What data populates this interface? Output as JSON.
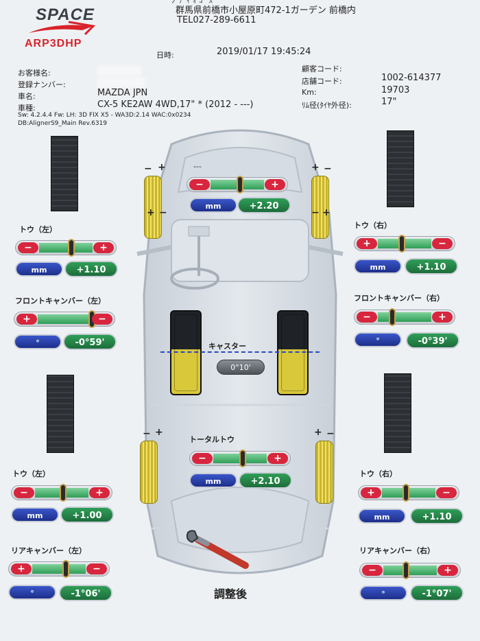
{
  "header": {
    "logo_main": "SPACE",
    "logo_sub": "ARP3DHP",
    "top_partial": "ｼﾞﾃﾞｨ ｵ ｺﾞ ｽ",
    "address": "群馬県前橋市小屋原町472-1ガーデン 前橋内",
    "tel": "TEL027-289-6611"
  },
  "info": {
    "datetime_label": "日時:",
    "datetime_value": "2019/01/17  19:45:24",
    "customer_label": "お客様名:",
    "plate_label": "登録ナンバー:",
    "car_name_label": "車名:",
    "car_name_value": "MAZDA JPN",
    "car_type_label": "車種:",
    "car_type_value": "CX-5 KE2AW 4WD,17\" * (2012 - ---)",
    "sw_line": "Sw: 4.2.4.4  Fw: LH: 3D FIX X5 - WA3D:2.14 WAC:0x0234",
    "db_line": "DB:AlignerS9_Main Rev.6319",
    "customer_code_label": "顧客コード:",
    "store_code_label": "店舗コード:",
    "store_code_value": "1002-614377",
    "km_label": "Km:",
    "km_value": "19703",
    "rim_label": "ﾘﾑ径(ﾀｲﾔ外径):",
    "rim_value": "17\""
  },
  "front": {
    "toe_left_title": "トウ（左）",
    "toe_left_unit": "mm",
    "toe_left_value": "+1.10",
    "toe_right_title": "トウ（右）",
    "toe_right_unit": "mm",
    "toe_right_value": "+1.10",
    "total_unit": "mm",
    "total_value": "+2.20",
    "total_dashes": "---",
    "camber_left_title": "フロントキャンバー（左）",
    "camber_left_unit": "°",
    "camber_left_value": "-0°59'",
    "camber_right_title": "フロントキャンバー（右）",
    "camber_right_unit": "°",
    "camber_right_value": "-0°39'",
    "caster_title": "キャスター",
    "caster_value": "0°10'"
  },
  "rear": {
    "total_toe_title": "トータルトウ",
    "total_unit": "mm",
    "total_value": "+2.10",
    "toe_left_title": "トウ（左）",
    "toe_left_unit": "mm",
    "toe_left_value": "+1.00",
    "toe_right_title": "トウ（右）",
    "toe_right_unit": "mm",
    "toe_right_value": "+1.10",
    "camber_left_title": "リアキャンバー（左）",
    "camber_left_unit": "°",
    "camber_left_value": "-1°06'",
    "camber_right_title": "リアキャンバー（右）",
    "camber_right_unit": "°",
    "camber_right_value": "-1°07'"
  },
  "footer": {
    "status": "調整後"
  },
  "symbols": {
    "minus": "−",
    "plus": "+"
  },
  "colors": {
    "red": "#d7263d",
    "green": "#2f9e57",
    "blue": "#1d2f8a",
    "logo_red": "#d8232a"
  }
}
